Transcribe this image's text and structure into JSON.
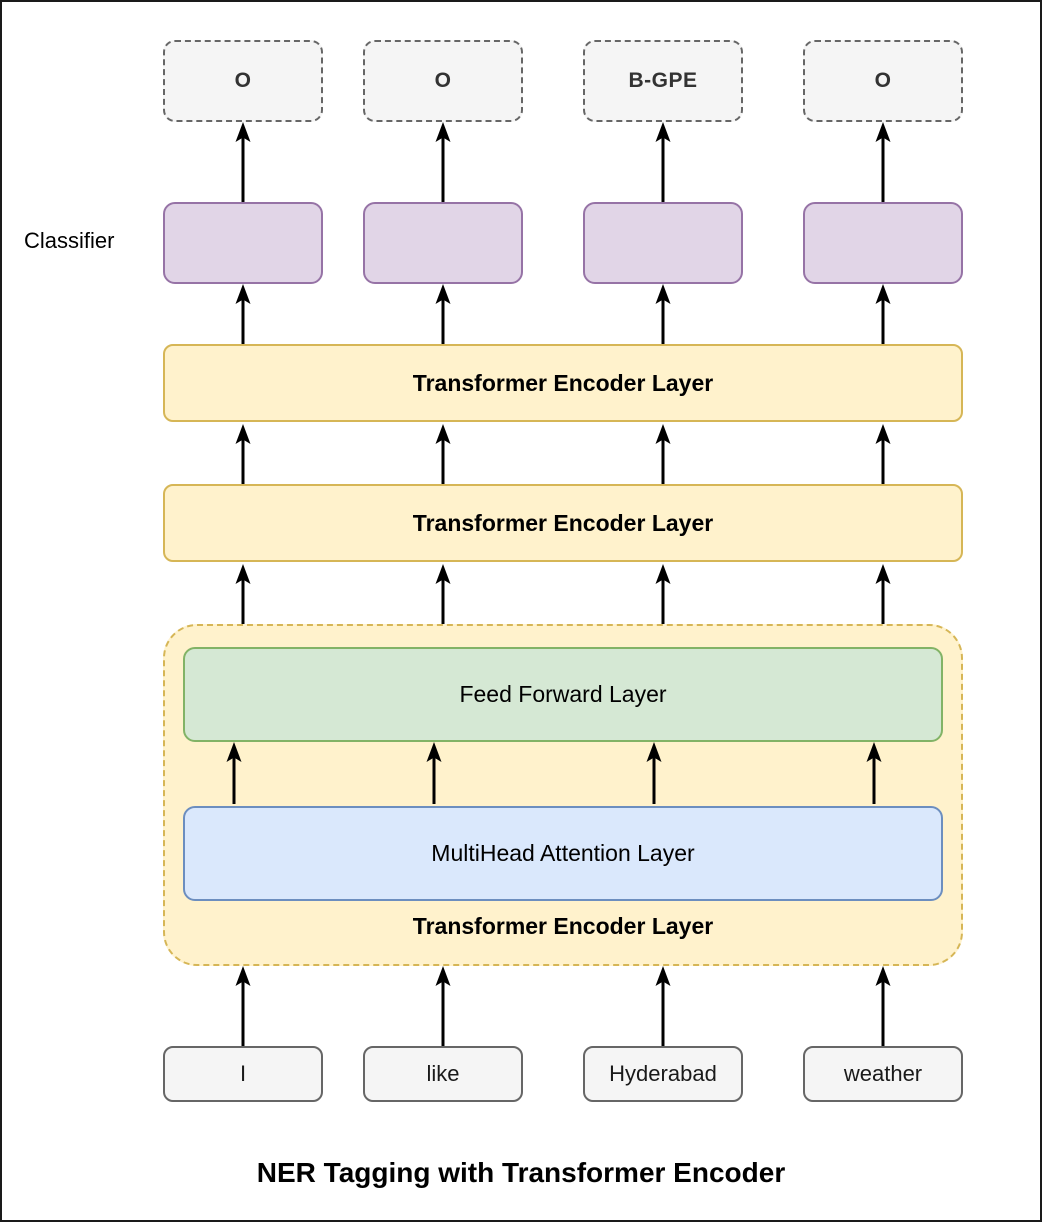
{
  "diagram": {
    "caption": "NER Tagging with Transformer Encoder",
    "side_label": "Classifier",
    "columns": [
      {
        "token": "I",
        "tag": "O"
      },
      {
        "token": "like",
        "tag": "O"
      },
      {
        "token": "Hyderabad",
        "tag": "B-GPE"
      },
      {
        "token": "weather",
        "tag": "O"
      }
    ],
    "encoder_bars": [
      {
        "label": "Transformer Encoder Layer"
      },
      {
        "label": "Transformer Encoder Layer"
      }
    ],
    "expanded_encoder": {
      "label": "Transformer Encoder Layer",
      "feed_forward_label": "Feed Forward Layer",
      "attention_label": "MultiHead Attention Layer"
    },
    "colors": {
      "tag_box_fill": "#f5f5f5",
      "tag_box_border": "#666666",
      "classifier_fill": "#e1d5e7",
      "classifier_border": "#9673a6",
      "encoder_fill": "#fff2cc",
      "encoder_border": "#d6b656",
      "feed_forward_fill": "#d5e8d4",
      "feed_forward_border": "#82b366",
      "attention_fill": "#dae8fc",
      "attention_border": "#6c8ebf",
      "token_fill": "#f5f5f5",
      "token_border": "#666666",
      "arrow": "#000000",
      "frame_border": "#1a1a1a"
    }
  }
}
